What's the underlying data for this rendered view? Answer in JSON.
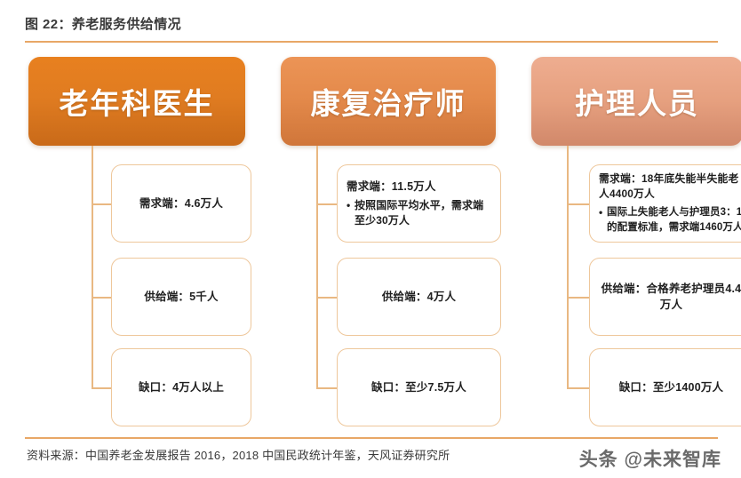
{
  "figure": {
    "title": "图 22：养老服务供给情况",
    "source": "资料来源：中国养老金发展报告 2016，2018 中国民政统计年鉴，天风证券研究所",
    "watermark": "头条 @未来智库",
    "accent_color": "#e8a766",
    "border_color": "#eec79b",
    "connector_color": "#e9b882"
  },
  "columns": [
    {
      "header": "老年科医生",
      "header_color": "#e0781f",
      "boxes": [
        {
          "main": "需求端：4.6万人",
          "bullet": ""
        },
        {
          "main": "供给端：5千人",
          "bullet": ""
        },
        {
          "main": "缺口：4万人以上",
          "bullet": ""
        }
      ]
    },
    {
      "header": "康复治疗师",
      "header_color": "#e48a4b",
      "boxes": [
        {
          "main": "需求端：11.5万人",
          "bullet": "按照国际平均水平，需求端至少30万人"
        },
        {
          "main": "供给端：4万人",
          "bullet": ""
        },
        {
          "main": "缺口：至少7.5万人",
          "bullet": ""
        }
      ]
    },
    {
      "header": "护理人员",
      "header_color": "#e6a07f",
      "boxes": [
        {
          "main": "需求端：18年底失能半失能老人4400万人",
          "bullet": "国际上失能老人与护理员3：1的配置标准，需求端1460万人"
        },
        {
          "main": "供给端：合格养老护理员4.4万人",
          "bullet": ""
        },
        {
          "main": "缺口：至少1400万人",
          "bullet": ""
        }
      ]
    }
  ]
}
